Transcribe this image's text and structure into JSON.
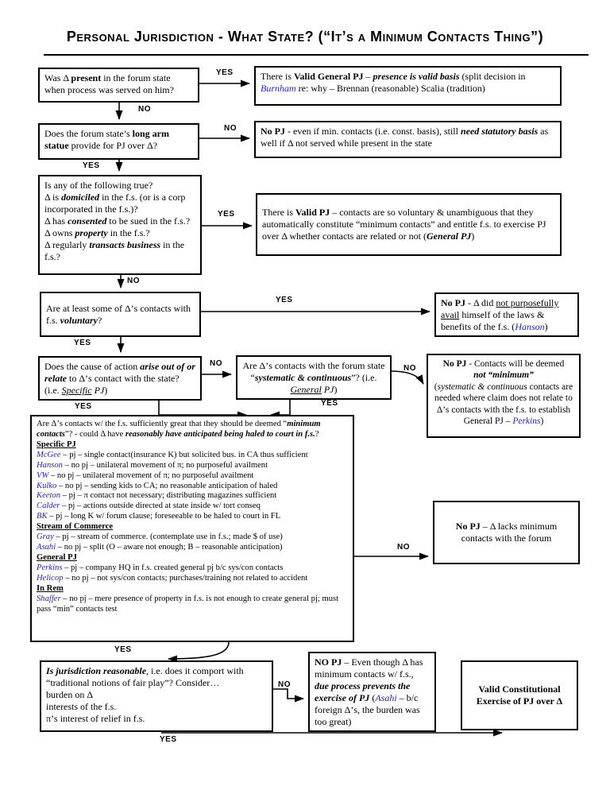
{
  "title": "Personal Jurisdiction - What State? (“It’s a Minimum Contacts Thing”)",
  "colors": {
    "case_name": "#2222cc",
    "line": "#000000"
  },
  "labels": {
    "yes": "YES",
    "no": "NO"
  },
  "boxes": {
    "q_present": [
      [
        {
          "t": "Was Δ "
        },
        {
          "t": "present",
          "s": "b"
        },
        {
          "t": " in the forum state when process was served on him?"
        }
      ]
    ],
    "a_present": [
      [
        {
          "t": "There is "
        },
        {
          "t": "Valid General PJ",
          "s": "b"
        },
        {
          "t": " – "
        },
        {
          "t": "presence is valid basis",
          "s": "b i"
        },
        {
          "t": " (split decision in "
        },
        {
          "t": "Burnham",
          "s": "c"
        },
        {
          "t": " re: why – Brennan (reasonable) Scalia (tradition)"
        }
      ]
    ],
    "q_longarm": [
      [
        {
          "t": "Does the forum state’s "
        },
        {
          "t": "long arm statue",
          "s": "b"
        },
        {
          "t": " provide for PJ over Δ?"
        }
      ]
    ],
    "a_longarm": [
      [
        {
          "t": "No PJ",
          "s": "b"
        },
        {
          "t": "  - even if min. contacts (i.e. const. basis), still "
        },
        {
          "t": "need statutory basis",
          "s": "b i"
        },
        {
          "t": " as well if Δ not served while present in the state"
        }
      ]
    ],
    "q_basis": [
      [
        {
          "t": "Is any of the following true?"
        }
      ],
      [
        {
          "t": "Δ is "
        },
        {
          "t": "domiciled",
          "s": "b i"
        },
        {
          "t": " in the f.s. (or is a corp incorporated in the f.s.)?"
        }
      ],
      [
        {
          "t": "Δ has "
        },
        {
          "t": "consented",
          "s": "b i"
        },
        {
          "t": " to be sued in the f.s.?"
        }
      ],
      [
        {
          "t": "Δ owns "
        },
        {
          "t": "property",
          "s": "b i"
        },
        {
          "t": " in the f.s.?"
        }
      ],
      [
        {
          "t": "Δ regularly "
        },
        {
          "t": "transacts business",
          "s": "b i"
        },
        {
          "t": " in the f.s.?"
        }
      ]
    ],
    "a_valid_pj": [
      [
        {
          "t": "There is "
        },
        {
          "t": "Valid  PJ",
          "s": "b"
        },
        {
          "t": " – contacts are so voluntary & unambiguous that they automatically constitute “minimum contacts” and entitle f.s. to exercise PJ over Δ whether contacts are related or not ("
        },
        {
          "t": "General PJ",
          "s": "b i"
        },
        {
          "t": ")"
        }
      ]
    ],
    "q_voluntary": [
      [
        {
          "t": "Are at least some of Δ’s contacts with f.s. "
        },
        {
          "t": "voluntary",
          "s": "b i"
        },
        {
          "t": "?"
        }
      ]
    ],
    "a_hanson": [
      [
        {
          "t": "No PJ",
          "s": "b"
        },
        {
          "t": " - Δ did "
        },
        {
          "t": "not purposefully avail",
          "s": "u"
        },
        {
          "t": " himself of the laws & benefits of the f.s. ("
        },
        {
          "t": "Hanson",
          "s": "c"
        },
        {
          "t": ")"
        }
      ]
    ],
    "q_specific": [
      [
        {
          "t": "Does the cause of action "
        },
        {
          "t": "arise out of or relate",
          "s": "b i"
        },
        {
          "t": " to Δ’s contact with the state? (i.e. "
        },
        {
          "t": "Specific",
          "s": "i u"
        },
        {
          "t": " "
        },
        {
          "t": "PJ",
          "s": "i"
        },
        {
          "t": ")"
        }
      ]
    ],
    "q_systematic": [
      [
        {
          "t": "Are Δ’s contacts with the forum state “"
        },
        {
          "t": "systematic & continuous",
          "s": "b i"
        },
        {
          "t": "”? (i.e. "
        },
        {
          "t": "General",
          "s": "i u"
        },
        {
          "t": " "
        },
        {
          "t": "PJ",
          "s": "i"
        },
        {
          "t": ")"
        }
      ]
    ],
    "a_perkins": [
      [
        {
          "t": "No PJ",
          "s": "b"
        },
        {
          "t": " - Contacts will be deemed"
        }
      ],
      [
        {
          "t": "not “minimum”",
          "s": "b i"
        }
      ],
      [
        {
          "t": "("
        },
        {
          "t": "systematic & continuous",
          "s": "i"
        },
        {
          "t": " contacts are needed where claim does not relate to Δ’s contacts with the f.s. to establish General PJ – "
        },
        {
          "t": "Perkins",
          "s": "c"
        },
        {
          "t": ")"
        }
      ]
    ],
    "big_box": [
      [
        {
          "t": "Are Δ’s contacts w/ the f.s. sufficiently great that they should be deemed “"
        },
        {
          "t": "minimum contacts",
          "s": "b i"
        },
        {
          "t": "”? - could Δ have "
        },
        {
          "t": "reasonably have anticipated being haled to court in f.s.",
          "s": "b i"
        },
        {
          "t": "?"
        }
      ],
      [
        {
          "t": "Specific PJ",
          "s": "b u"
        }
      ],
      [
        {
          "t": "McGee",
          "s": "c"
        },
        {
          "t": " – pj – single contact(insurance K) but solicited bus. in CA thus sufficient"
        }
      ],
      [
        {
          "t": "Hanson",
          "s": "c"
        },
        {
          "t": " – no pj – unilateral movement of π; no purposeful availment"
        }
      ],
      [
        {
          "t": "VW",
          "s": "c"
        },
        {
          "t": " – no pj – unilateral movement of π; no purposeful availment"
        }
      ],
      [
        {
          "t": "Kulko",
          "s": "c"
        },
        {
          "t": " – no pj – sending kids to CA; no reasonable anticipation of haled"
        }
      ],
      [
        {
          "t": "Keeton",
          "s": "c"
        },
        {
          "t": " – pj – π contact not necessary; distributing magazines sufficient"
        }
      ],
      [
        {
          "t": "Calder",
          "s": "c"
        },
        {
          "t": " – pj – actions outside directed at state inside w/ tort conseq"
        }
      ],
      [
        {
          "t": "BK",
          "s": "c"
        },
        {
          "t": " – pj – long K w/ forum clause; foreseeable to be haled to court in FL"
        }
      ],
      [
        {
          "t": "Stream of Commerce",
          "s": "b u"
        }
      ],
      [
        {
          "t": "Gray",
          "s": "c"
        },
        {
          "t": " – pj – stream of commerce. (contemplate use in f.s.; made $ of use)"
        }
      ],
      [
        {
          "t": "Asahi",
          "s": "c"
        },
        {
          "t": " – no pj – split (O – aware not enough; B – reasonable anticipation)"
        }
      ],
      [
        {
          "t": "General PJ",
          "s": "b u"
        }
      ],
      [
        {
          "t": "Perkins",
          "s": "c"
        },
        {
          "t": " – pj – company HQ in f.s. created general pj b/c sys/con contacts"
        }
      ],
      [
        {
          "t": "Helicop",
          "s": "c"
        },
        {
          "t": " – no pj – not sys/con contacts; purchases/training not related to accident"
        }
      ],
      [
        {
          "t": "In Rem",
          "s": "b u"
        }
      ],
      [
        {
          "t": "Shaffer",
          "s": "c"
        },
        {
          "t": " – no pj – mere presence of property in f.s. is not enough to create general pj; must pass “min” contacts test"
        }
      ]
    ],
    "a_lacks": [
      [
        {
          "t": "No PJ",
          "s": "b"
        },
        {
          "t": " – Δ lacks minimum contacts with the forum"
        }
      ]
    ],
    "q_reasonable": [
      [
        {
          "t": "Is jurisdiction reasonable",
          "s": "b i"
        },
        {
          "t": ", i.e. does it comport with “traditional notions of fair play”? Consider…"
        }
      ],
      [
        {
          "t": "burden on Δ"
        }
      ],
      [
        {
          "t": "interests of the f.s."
        }
      ],
      [
        {
          "t": "π’s interest of relief in f.s."
        }
      ]
    ],
    "a_dueprocess": [
      [
        {
          "t": "NO PJ",
          "s": "b"
        },
        {
          "t": " – Even though Δ has minimum contacts w/ f.s., "
        },
        {
          "t": "due process prevents the exercise of PJ",
          "s": "b i"
        },
        {
          "t": " ("
        },
        {
          "t": "Asahi",
          "s": "c"
        },
        {
          "t": " – b/c foreign Δ’s, the burden was too great)"
        }
      ]
    ],
    "a_valid_const": [
      [
        {
          "t": "Valid Constitutional Exercise of PJ over Δ",
          "s": "b"
        }
      ]
    ]
  }
}
